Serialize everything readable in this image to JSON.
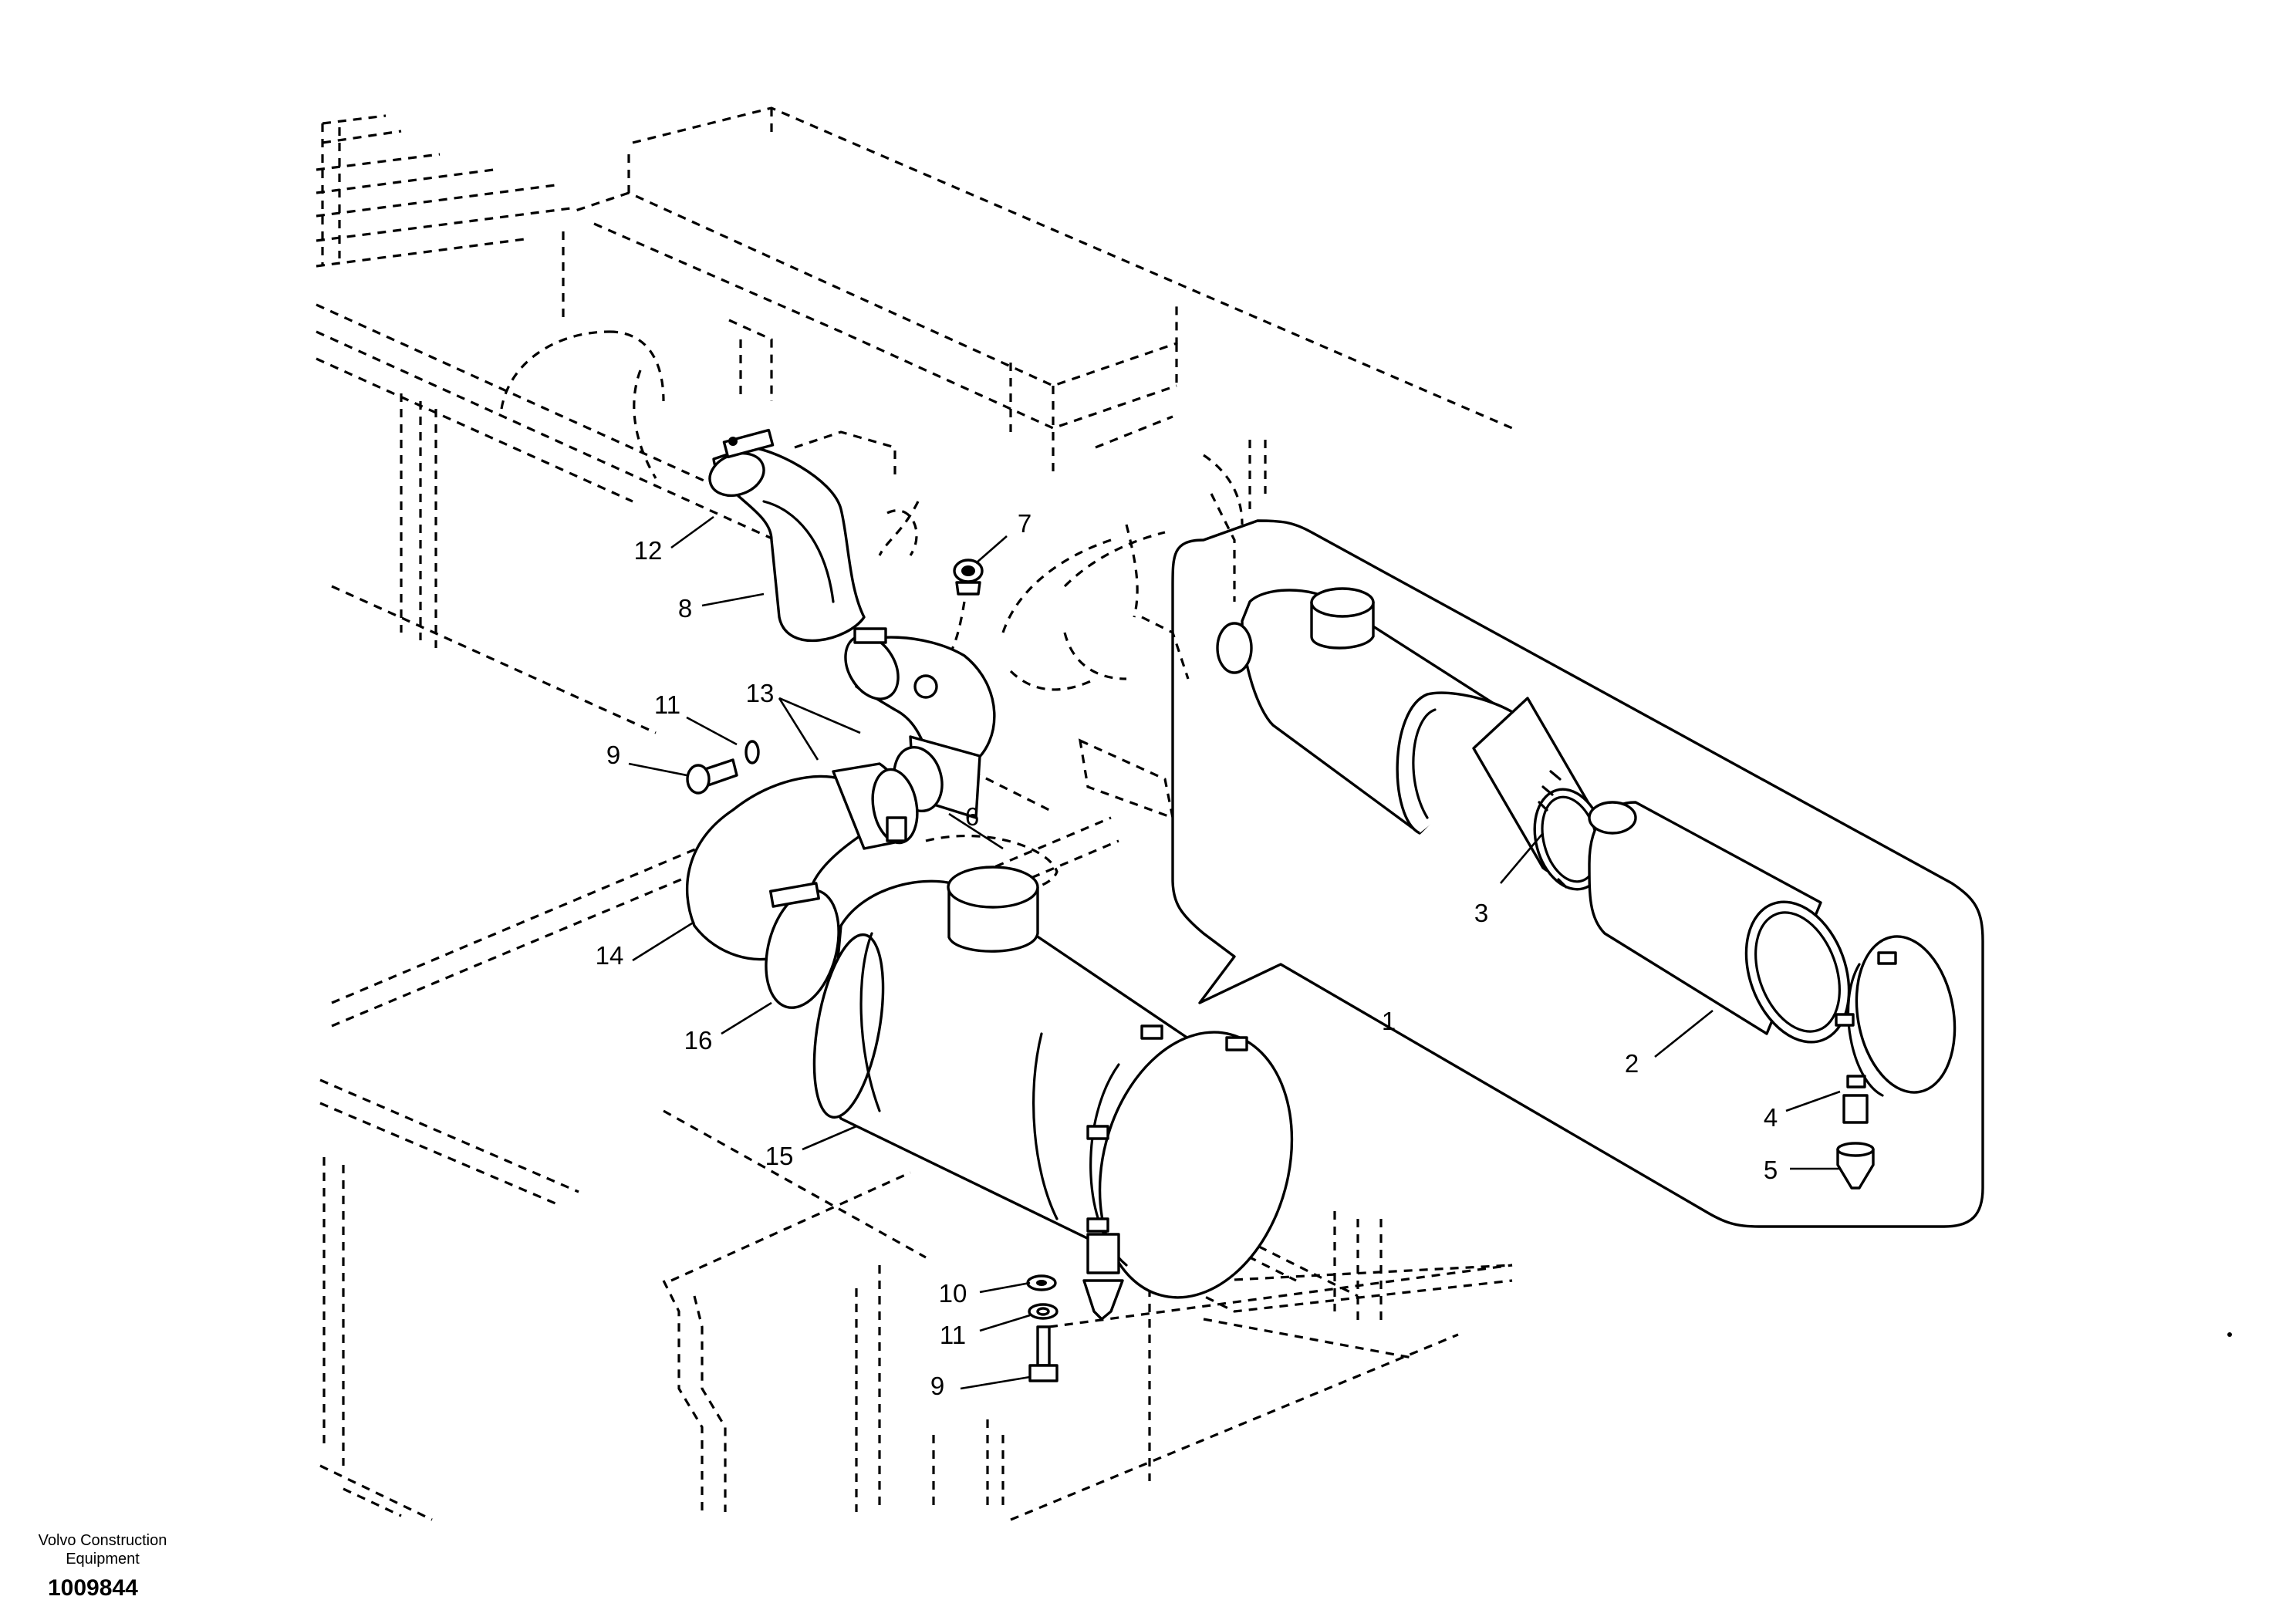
{
  "diagram": {
    "type": "exploded parts drawing",
    "subject": "air filter assembly",
    "callouts": [
      {
        "part": "1",
        "label": "1"
      },
      {
        "part": "2",
        "label": "2"
      },
      {
        "part": "3",
        "label": "3"
      },
      {
        "part": "4",
        "label": "4"
      },
      {
        "part": "5",
        "label": "5"
      },
      {
        "part": "6",
        "label": "6"
      },
      {
        "part": "7",
        "label": "7"
      },
      {
        "part": "8",
        "label": "8"
      },
      {
        "part": "9",
        "label": "9"
      },
      {
        "part": "9",
        "label": "9"
      },
      {
        "part": "10",
        "label": "10"
      },
      {
        "part": "11",
        "label": "11"
      },
      {
        "part": "11",
        "label": "11"
      },
      {
        "part": "12",
        "label": "12"
      },
      {
        "part": "13",
        "label": "13"
      },
      {
        "part": "14",
        "label": "14"
      },
      {
        "part": "15",
        "label": "15"
      },
      {
        "part": "16",
        "label": "16"
      }
    ]
  },
  "footer": {
    "maker_line1": "Volvo Construction",
    "maker_line2": "Equipment",
    "drawing_number": "1009844"
  }
}
